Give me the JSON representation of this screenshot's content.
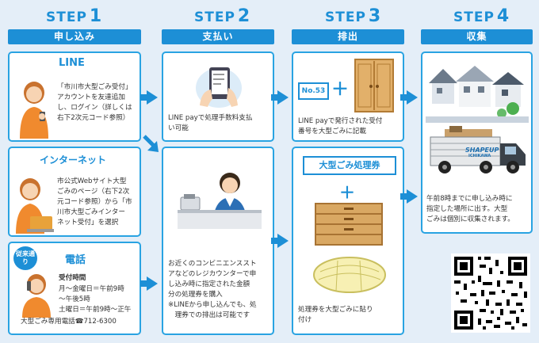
{
  "steps": [
    {
      "word": "STEP",
      "num": "1",
      "title": "申し込み"
    },
    {
      "word": "STEP",
      "num": "2",
      "title": "支払い"
    },
    {
      "word": "STEP",
      "num": "3",
      "title": "排出"
    },
    {
      "word": "STEP",
      "num": "4",
      "title": "収集"
    }
  ],
  "line": {
    "title": "LINE",
    "lines": [
      "「市川市大型ごみ受付」",
      "アカウントを友達追加",
      "し、ログイン（詳しくは",
      "右下2次元コード参照）"
    ]
  },
  "internet": {
    "title": "インターネット",
    "lines": [
      "市公式Webサイト大型",
      "ごみのページ（右下2次",
      "元コード参照）から「市",
      "川市大型ごみインター",
      "ネット受付」を選択"
    ]
  },
  "phone": {
    "badge": "従来通り",
    "title": "電話",
    "hours_label": "受付時間",
    "lines": [
      "月～金曜日＝午前9時",
      "～午後5時",
      "土曜日＝午前9時～正午",
      "大型ごみ専用電話☎712-6300"
    ]
  },
  "pay_line": {
    "lines": [
      "LINE payで処理手数料支払",
      "い可能"
    ]
  },
  "pay_store": {
    "lines": [
      "お近くのコンビニエンススト",
      "アなどのレジカウンターで申",
      "し込み時に指定された金額",
      "分の処理券を購入",
      "※LINEから申し込んでも、処",
      "　理券での排出は可能です"
    ]
  },
  "discharge_line": {
    "number_label": "No.53",
    "lines": [
      "LINE payで発行された受付",
      "番号を大型ごみに記載"
    ]
  },
  "discharge_ticket": {
    "ticket_label": "大型ごみ処理券",
    "lines": [
      "処理券を大型ごみに貼り",
      "付け"
    ]
  },
  "collect": {
    "truck_label": "SHAPEUP",
    "truck_sub": "ICHIKAWA",
    "lines": [
      "午前8時までに申し込み時に",
      "指定した場所に出す。大型",
      "ごみは個別に収集されます。"
    ]
  },
  "colors": {
    "accent": "#1d8fd6",
    "border": "#29a3e2",
    "background": "#e4eef8"
  }
}
